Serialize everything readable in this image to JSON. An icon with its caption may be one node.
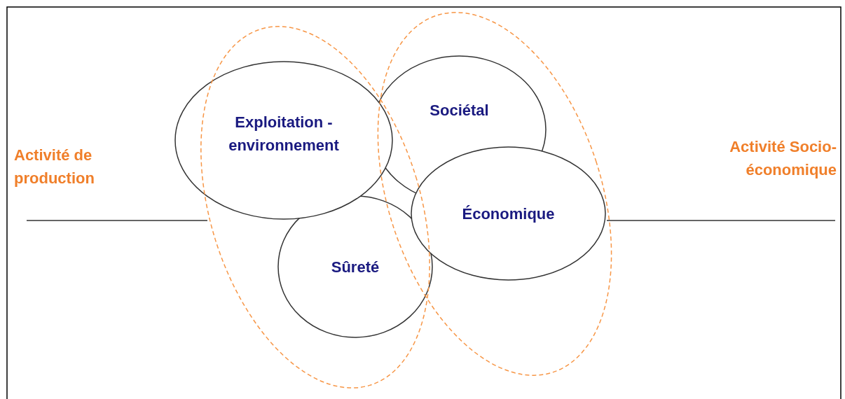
{
  "diagram": {
    "nodes": [
      {
        "text": [
          "Exploitation - environnement"
        ]
      },
      {
        "text": [
          "Sociétal"
        ]
      },
      {
        "text": [
          "Sûreté"
        ]
      },
      {
        "text": [
          "Économique"
        ]
      }
    ],
    "edges": [],
    "labels": [
      "Activité de production",
      "Activité Socio-économique"
    ]
  }
}
